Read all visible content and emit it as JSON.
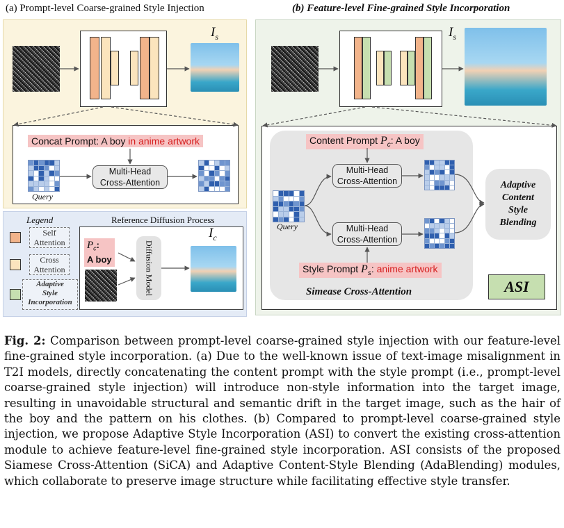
{
  "panel_a": {
    "title": "(a) Prompt-level Coarse-grained Style Injection",
    "output_label": "I",
    "output_sub": "s",
    "concat_prompt_prefix": "Concat Prompt: A boy ",
    "concat_prompt_style": "in anime artwork",
    "attention_label_1": "Multi-Head",
    "attention_label_2": "Cross-Attention",
    "query_label": "Query"
  },
  "panel_b": {
    "title": "(b) Feature-level Fine-grained Style Incorporation",
    "output_label": "I",
    "output_sub": "s",
    "content_prompt_prefix": "Content Prompt ",
    "content_prompt_p": "P",
    "content_prompt_sub": "c",
    "content_prompt_suffix": ": A boy",
    "style_prompt_prefix": "Style Prompt ",
    "style_prompt_p": "P",
    "style_prompt_sub": "s",
    "style_prompt_suffix": ": ",
    "style_prompt_style": "anime artwork",
    "attention_label_1": "Multi-Head",
    "attention_label_2": "Cross-Attention",
    "query_label": "Query",
    "blending_lines": [
      "Adaptive",
      "Content",
      "Style",
      "Blending"
    ],
    "sica_label": "Simease Cross-Attention",
    "asi_label": "ASI"
  },
  "legend": {
    "title": "Legend",
    "self_attention": "Self Attention",
    "cross_attention": "Cross Attention",
    "asi_1": "Adaptive",
    "asi_2": "Style",
    "asi_3": "Incorporation",
    "ref_title": "Reference Diffusion Process",
    "ref_output_label": "I",
    "ref_output_sub": "c",
    "pc_p": "P",
    "pc_sub": "c",
    "pc_suffix": ":",
    "pc_text": "A boy",
    "diffusion_model_label": "Diffusion Model"
  },
  "colors": {
    "self_attention": "#f2b48b",
    "cross_attention": "#fbe4bd",
    "asi": "#c6dfb0",
    "highlight_red": "#d62020",
    "prompt_bg": "#f6c4c4"
  },
  "caption": {
    "label": "Fig. 2:",
    "text": "Comparison between prompt-level coarse-grained style injection with our feature-level fine-grained style incorporation. (a) Due to the well-known issue of text-image misalignment in T2I models, directly concatenating the content prompt with the style prompt (i.e., prompt-level coarse-grained style injection) will introduce non-style information into the target image, resulting in unavoidable structural and semantic drift in the target image, such as the hair of the boy and the pattern on his clothes. (b) Compared to prompt-level coarse-grained style injection, we propose Adaptive Style Incorporation (ASI) to convert the existing cross-attention module to achieve feature-level fine-grained style incorporation. ASI consists of the proposed Siamese Cross-Attention (SiCA) and Adaptive Content-Style Blending (AdaBlending) modules, which collaborate to preserve image structure while facilitating effective style transfer."
  }
}
